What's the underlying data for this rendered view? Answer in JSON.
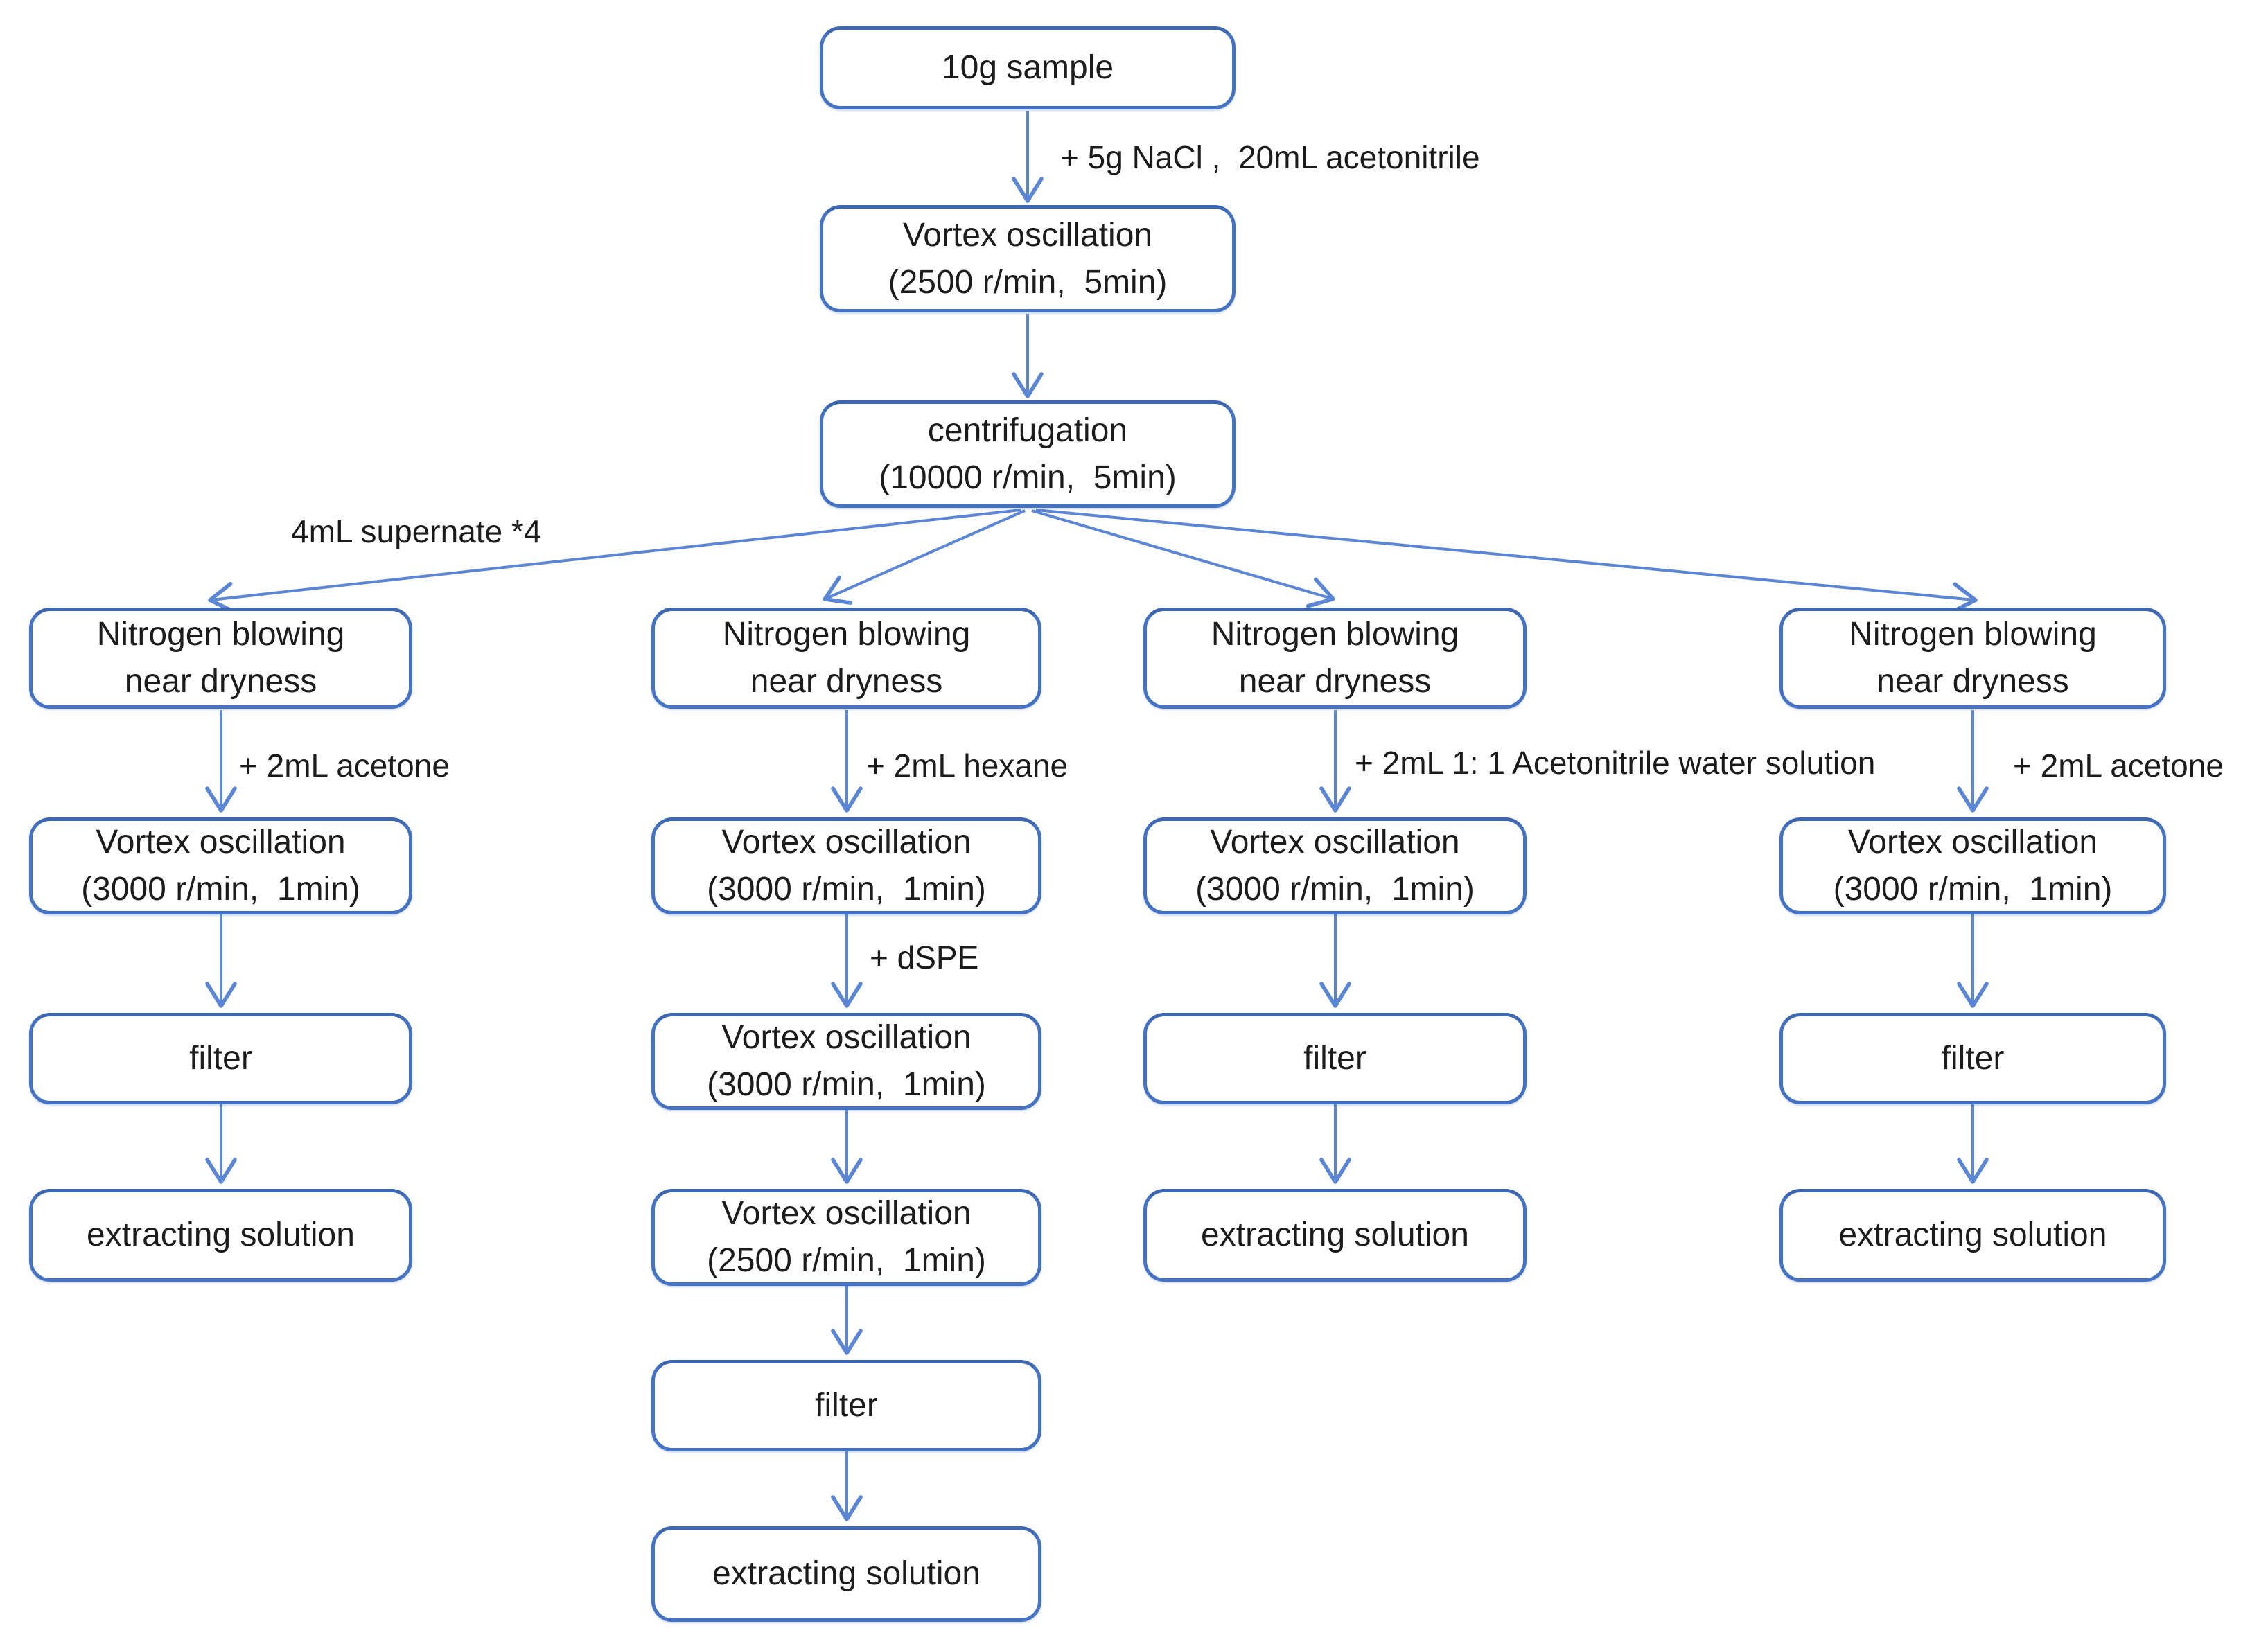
{
  "colors": {
    "box_border": "#4472C4",
    "arrow": "#5B86D6",
    "text": "#1b1b1b",
    "background": "#fefefe"
  },
  "top_chain": {
    "boxes": {
      "sample": "10g sample",
      "vortex": "Vortex oscillation\n(2500 r/min,  5min)",
      "centrifugation": "centrifugation\n(10000 r/min,  5min)"
    },
    "labels": {
      "add_nacl": "+ 5g NaCl ,  20mL acetonitrile",
      "supernate": "4mL supernate *4"
    }
  },
  "branches": [
    {
      "name": "acetone branch 1",
      "reagent_label": "+ 2mL acetone",
      "boxes": [
        "Nitrogen blowing\nnear dryness",
        "Vortex oscillation\n(3000 r/min,  1min)",
        "filter",
        "extracting solution"
      ]
    },
    {
      "name": "hexane dSPE branch",
      "reagent_label": "+ 2mL hexane",
      "dspe_label": "+ dSPE",
      "boxes": [
        "Nitrogen blowing\nnear dryness",
        "Vortex oscillation\n(3000 r/min,  1min)",
        "Vortex oscillation\n(3000 r/min,  1min)",
        "Vortex oscillation\n(2500 r/min,  1min)",
        "filter",
        "extracting solution"
      ]
    },
    {
      "name": "acetonitrile water branch",
      "reagent_label": "+ 2mL 1: 1 Acetonitrile water solution",
      "boxes": [
        "Nitrogen blowing\nnear dryness",
        "Vortex oscillation\n(3000 r/min,  1min)",
        "filter",
        "extracting solution"
      ]
    },
    {
      "name": "acetone branch 2",
      "reagent_label": "+ 2mL acetone",
      "boxes": [
        "Nitrogen blowing\nnear dryness",
        "Vortex oscillation\n(3000 r/min,  1min)",
        "filter",
        "extracting solution"
      ]
    }
  ]
}
